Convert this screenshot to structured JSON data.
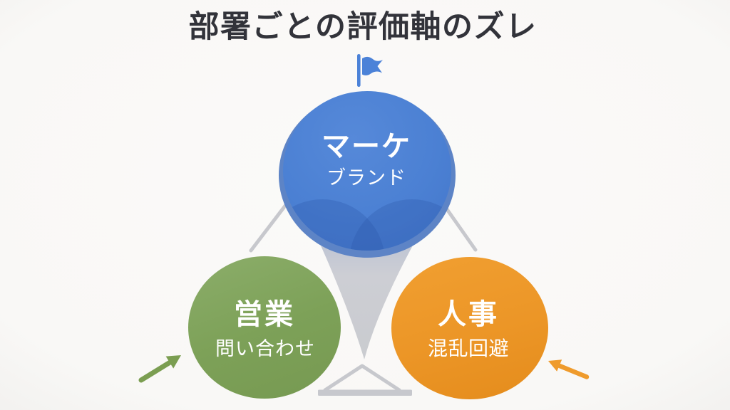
{
  "slide": {
    "title": "部署ごとの評価軸のズレ",
    "colors": {
      "background": "#faf9f7",
      "title_text": "#32333a",
      "label_text": "#ffffff",
      "blue_circle": "#4b80d3",
      "blue_dark_overlap": "#2a57a9",
      "green_circle": "#7da158",
      "orange_circle": "#ec9627",
      "gray_ornament": "#c7c8cd",
      "flag_blue": "#4b82d8"
    },
    "diagram": {
      "nodes": [
        {
          "id": "marketing",
          "position": "top",
          "department": "マーケ",
          "axis": "ブランド",
          "color": "#4b80d3"
        },
        {
          "id": "sales",
          "position": "bottom-left",
          "department": "営業",
          "axis": "問い合わせ",
          "color": "#7da158"
        },
        {
          "id": "hr",
          "position": "bottom-right",
          "department": "人事",
          "axis": "混乱回避",
          "color": "#ec9627"
        }
      ],
      "icons": [
        {
          "name": "flag-icon",
          "meaning": "goal marker above top circle",
          "color": "#4b82d8"
        },
        {
          "name": "arrow-up-right-icon",
          "meaning": "green arrow pointing at sales circle",
          "color": "#7b9e51"
        },
        {
          "name": "arrow-up-left-icon",
          "meaning": "orange arrow pointing at hr circle",
          "color": "#ef9b2c"
        },
        {
          "name": "triangle-outline-icon",
          "meaning": "gray triangle linking the three circles",
          "color": "#c7c8cd"
        }
      ]
    }
  }
}
